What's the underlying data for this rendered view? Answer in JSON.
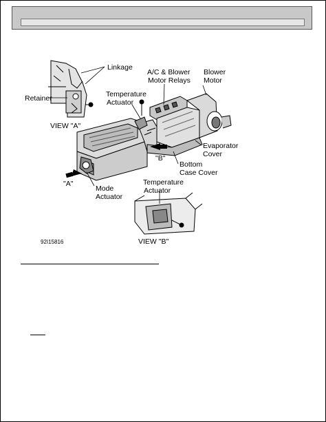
{
  "diagram": {
    "labels": {
      "linkage": "Linkage",
      "ac_blower_line1": "A/C & Blower",
      "ac_blower_line2": "Motor Relays",
      "blower_line1": "Blower",
      "blower_line2": "Motor",
      "retainer": "Retainer",
      "temp_actuator_line1": "Temperature",
      "temp_actuator_line2": "Actuator",
      "view_a": "VIEW \"A\"",
      "evap_line1": "Evaporator",
      "evap_line2": "Cover",
      "b_marker": "\"B\"",
      "bottom_line1": "Bottom",
      "bottom_line2": "Case Cover",
      "a_marker": "\"A\"",
      "temp_actuator2_line1": "Temperature",
      "temp_actuator2_line2": "Actuator",
      "mode_line1": "Mode",
      "mode_line2": "Actuator",
      "figure_id": "92I15816",
      "view_b": "VIEW \"B\""
    }
  }
}
